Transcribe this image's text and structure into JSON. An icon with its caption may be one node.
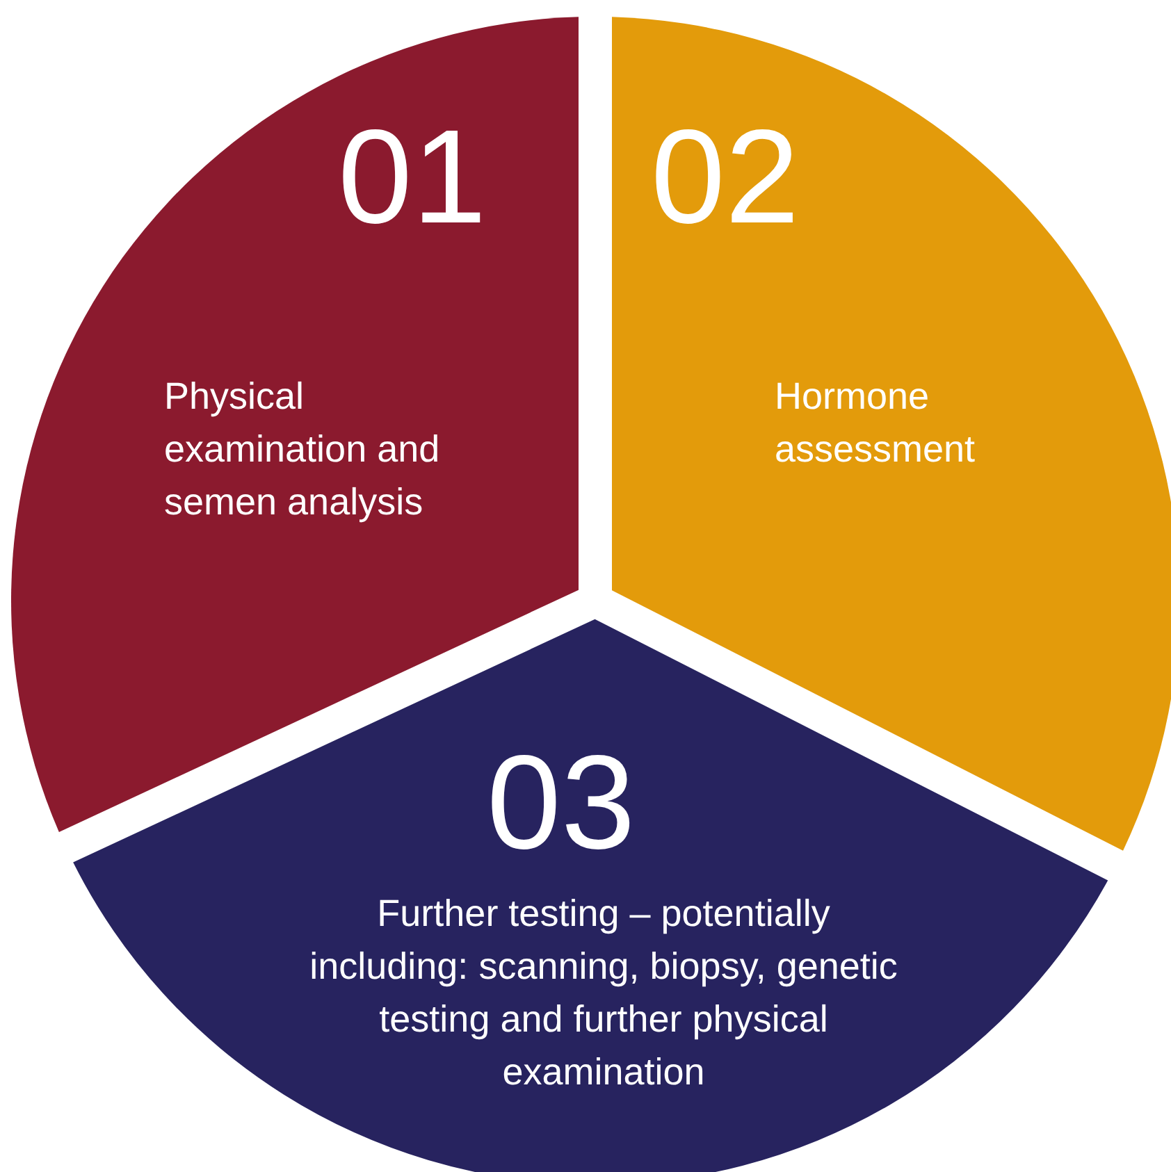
{
  "diagram": {
    "nodes": [
      {
        "text": [
          "01",
          "Physical examination and semen analysis"
        ]
      },
      {
        "text": [
          "02",
          "Hormone assessment"
        ]
      },
      {
        "text": [
          "03",
          "Further testing – potentially including: scanning, biopsy, genetic testing and further physical examination"
        ]
      }
    ]
  }
}
